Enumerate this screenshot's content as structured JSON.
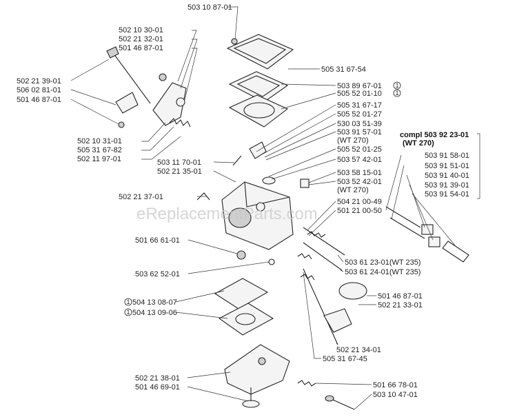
{
  "watermark": "eReplacementParts.com",
  "kit": {
    "title": "compl 503 92 23-01",
    "note": "(WT 270)"
  },
  "labels": {
    "l_503_10_87_01": "503 10 87-01",
    "l_502_10_30_01": "502 10 30-01",
    "l_502_21_32_01": "502 21 32-01",
    "l_501_46_87_01a": "501 46 87-01",
    "l_502_21_39_01": "502 21 39-01",
    "l_506_02_81_01": "506 02 81-01",
    "l_501_46_87_01b": "501 46 87-01",
    "l_505_31_67_54": "505 31 67-54",
    "l_503_89_67_01": "503 89 67-01",
    "l_505_52_01_10": "505 52 01-10",
    "l_505_31_67_17": "505 31 67-17",
    "l_505_52_01_27": "505 52 01-27",
    "l_530_03_51_39": "530 03 51-39",
    "l_503_91_57_01": "503 91 57-01",
    "l_wt270_a": "(WT 270)",
    "l_502_10_31_01": "502 10 31-01",
    "l_505_31_67_82": "505 31 67-82",
    "l_502_11_97_01": "502 11 97-01",
    "l_505_52_01_25": "505 52 01-25",
    "l_503_57_42_01": "503 57 42-01",
    "l_503_11_70_01": "503 11 70-01",
    "l_502_21_35_01": "502 21 35-01",
    "l_503_58_15_01": "503 58 15-01",
    "l_503_52_42_01": "503 52 42-01",
    "l_wt270_b": "(WT 270)",
    "l_502_21_37_01": "502 21 37-01",
    "l_504_21_00_49": "504 21 00-49",
    "l_501_21_00_50": "501 21 00-50",
    "l_503_91_58_01": "503 91 58-01",
    "l_503_91_51_01": "503 91 51-01",
    "l_503_91_40_01": "503 91 40-01",
    "l_503_91_39_01": "503 91 39-01",
    "l_503_91_54_01": "503 91 54-01",
    "l_501_66_61_01": "501 66 61-01",
    "l_503_62_52_01": "503 62 52-01",
    "l_503_61_23_01": "503 61 23-01(WT 235)",
    "l_503_61_24_01": "503 61 24-01(WT 235)",
    "l_504_13_08_07": "504 13 08-07",
    "l_504_13_09_06": "504 13 09-06",
    "l_501_46_87_01c": "501 46 87-01",
    "l_502_21_33_01": "502 21 33-01",
    "l_502_21_34_01": "502 21 34-01",
    "l_505_31_67_45": "505 31 67-45",
    "l_502_21_38_01": "502 21 38-01",
    "l_501_46_69_01": "501 46 69-01",
    "l_501_66_78_01": "501 66 78-01",
    "l_503_10_47_01": "503 10 47-01"
  },
  "circle_marks": {
    "one": "1"
  }
}
